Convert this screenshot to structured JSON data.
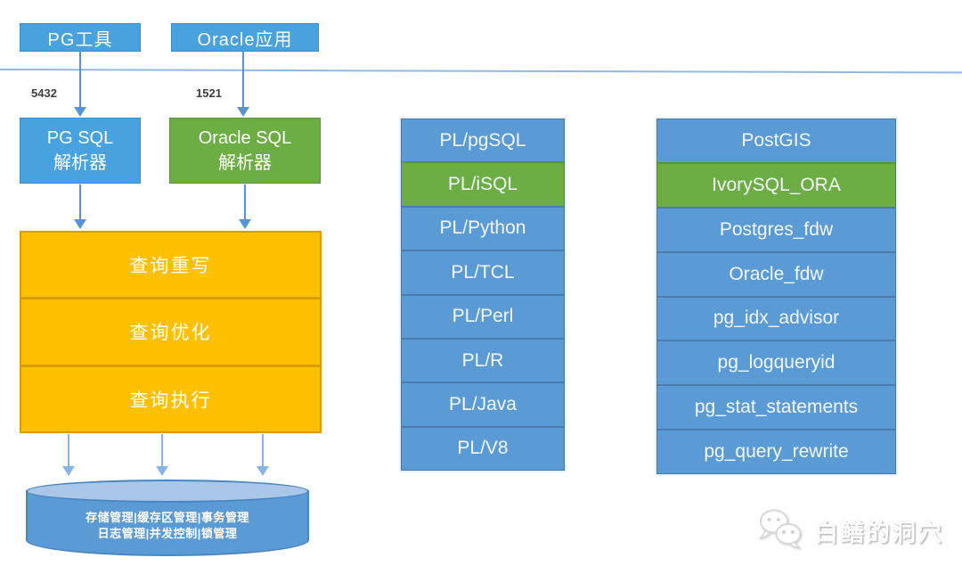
{
  "palette": {
    "blue_bright": "#47a2de",
    "blue_soft": "#5b9bd5",
    "green_highlight": "#6cae44",
    "orange_pipeline": "#ffc000",
    "cylinder_top": "#a9c7e9",
    "divider_line": "#8fb9e6"
  },
  "clients": [
    {
      "label": "PG工具",
      "port": "5432"
    },
    {
      "label": "Oracle应用",
      "port": "1521"
    }
  ],
  "parsers": [
    {
      "line1": "PG SQL",
      "line2": "解析器",
      "highlight": false
    },
    {
      "line1": "Oracle SQL",
      "line2": "解析器",
      "highlight": true
    }
  ],
  "pipeline": [
    "查询重写",
    "查询优化",
    "查询执行"
  ],
  "storage": {
    "line1": "存储管理|缓存区管理|事务管理",
    "line2": "日志管理|并发控制|锁管理"
  },
  "pl_column": [
    {
      "label": "PL/pgSQL",
      "highlight": false
    },
    {
      "label": "PL/iSQL",
      "highlight": true
    },
    {
      "label": "PL/Python",
      "highlight": false
    },
    {
      "label": "PL/TCL",
      "highlight": false
    },
    {
      "label": "PL/Perl",
      "highlight": false
    },
    {
      "label": "PL/R",
      "highlight": false
    },
    {
      "label": "PL/Java",
      "highlight": false
    },
    {
      "label": "PL/V8",
      "highlight": false
    }
  ],
  "ext_column": [
    {
      "label": "PostGIS",
      "highlight": false
    },
    {
      "label": "IvorySQL_ORA",
      "highlight": true
    },
    {
      "label": "Postgres_fdw",
      "highlight": false
    },
    {
      "label": "Oracle_fdw",
      "highlight": false
    },
    {
      "label": "pg_idx_advisor",
      "highlight": false
    },
    {
      "label": "pg_logqueryid",
      "highlight": false
    },
    {
      "label": "pg_stat_statements",
      "highlight": false
    },
    {
      "label": "pg_query_rewrite",
      "highlight": false
    }
  ],
  "watermark": {
    "text": "白鳝的洞穴",
    "icon": "wechat-icon"
  }
}
